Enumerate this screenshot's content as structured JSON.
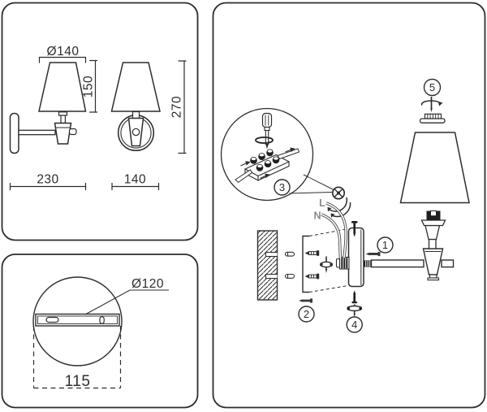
{
  "sheet": {
    "background": "#ffffff",
    "line_color": "#2d2d2d",
    "wire_color": "#555555",
    "dark_fill": "#1f1f1f",
    "panels": {
      "dimensions": {
        "shade_diameter_label": "Ø140",
        "shade_height_label": "150",
        "overall_height_label": "270",
        "depth_label": "230",
        "width_label": "140"
      },
      "mounting_plate": {
        "plate_diameter_label": "Ø120",
        "bar_length_label": "115"
      },
      "assembly": {
        "step_1": "1",
        "step_2": "2",
        "step_3": "3",
        "step_4": "4",
        "step_5": "5",
        "wire_live_label": "L",
        "wire_neutral_label": "N"
      }
    }
  }
}
